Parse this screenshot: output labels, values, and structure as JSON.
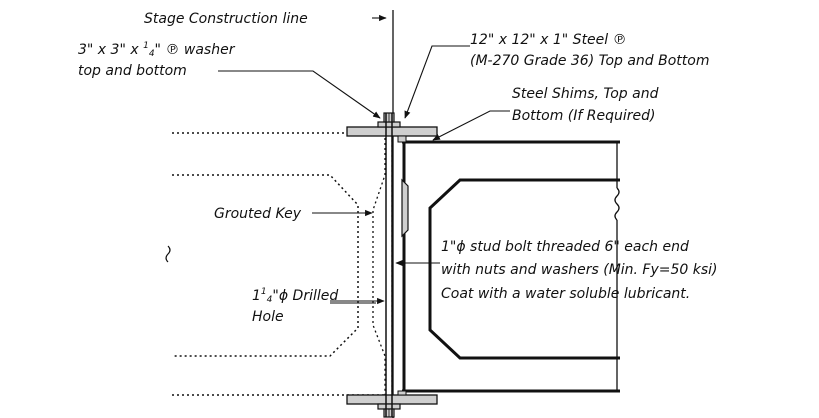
{
  "labels": {
    "stage_line": "Stage Construction line",
    "washer_line1_a": "3\" x 3\" x ",
    "washer_line1_num": "1",
    "washer_line1_den": "4",
    "washer_line1_b": "\" ",
    "washer_line1_c": " washer",
    "washer_line2": "top and bottom",
    "plate_line1_a": "12\" x 12\" x 1\" Steel ",
    "plate_line2": "(M-270 Grade 36) Top and Bottom",
    "shims_line1": "Steel Shims, Top and",
    "shims_line2": "Bottom (If Required)",
    "grouted_key": "Grouted Key",
    "stud_line1_a": "1\"",
    "stud_line1_b": " stud bolt threaded 6\" each end",
    "stud_line2": "with nuts and washers (Min. Fy=50 ksi)",
    "stud_line3": "Coat with a water soluble lubricant.",
    "hole_line1_whole": "1",
    "hole_line1_num": "1",
    "hole_line1_den": "4",
    "hole_line1_b": "\"",
    "hole_line1_c": " Drilled",
    "hole_line2": "Hole"
  },
  "symbols": {
    "plate": "℗",
    "phi": "ϕ"
  },
  "colors": {
    "line": "#111111",
    "fill": "#cfcfcf",
    "background": "#ffffff"
  }
}
